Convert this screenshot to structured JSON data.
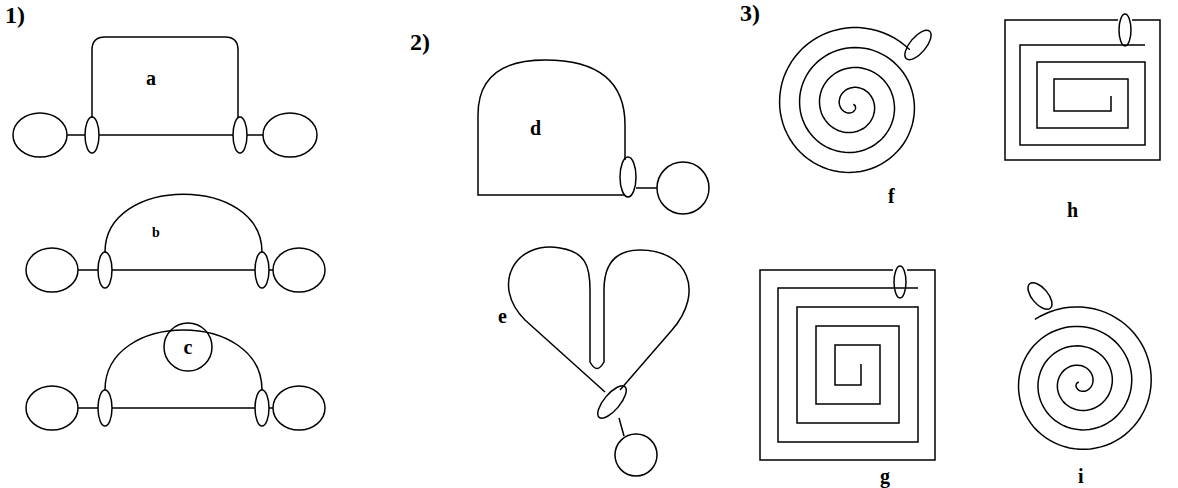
{
  "diagram": {
    "nodes": [
      {
        "text": [
          "c"
        ]
      }
    ],
    "labels": [
      "1)",
      "a",
      "b",
      "2)",
      "d",
      "e",
      "3)",
      "f",
      "h",
      "g",
      "i"
    ]
  }
}
